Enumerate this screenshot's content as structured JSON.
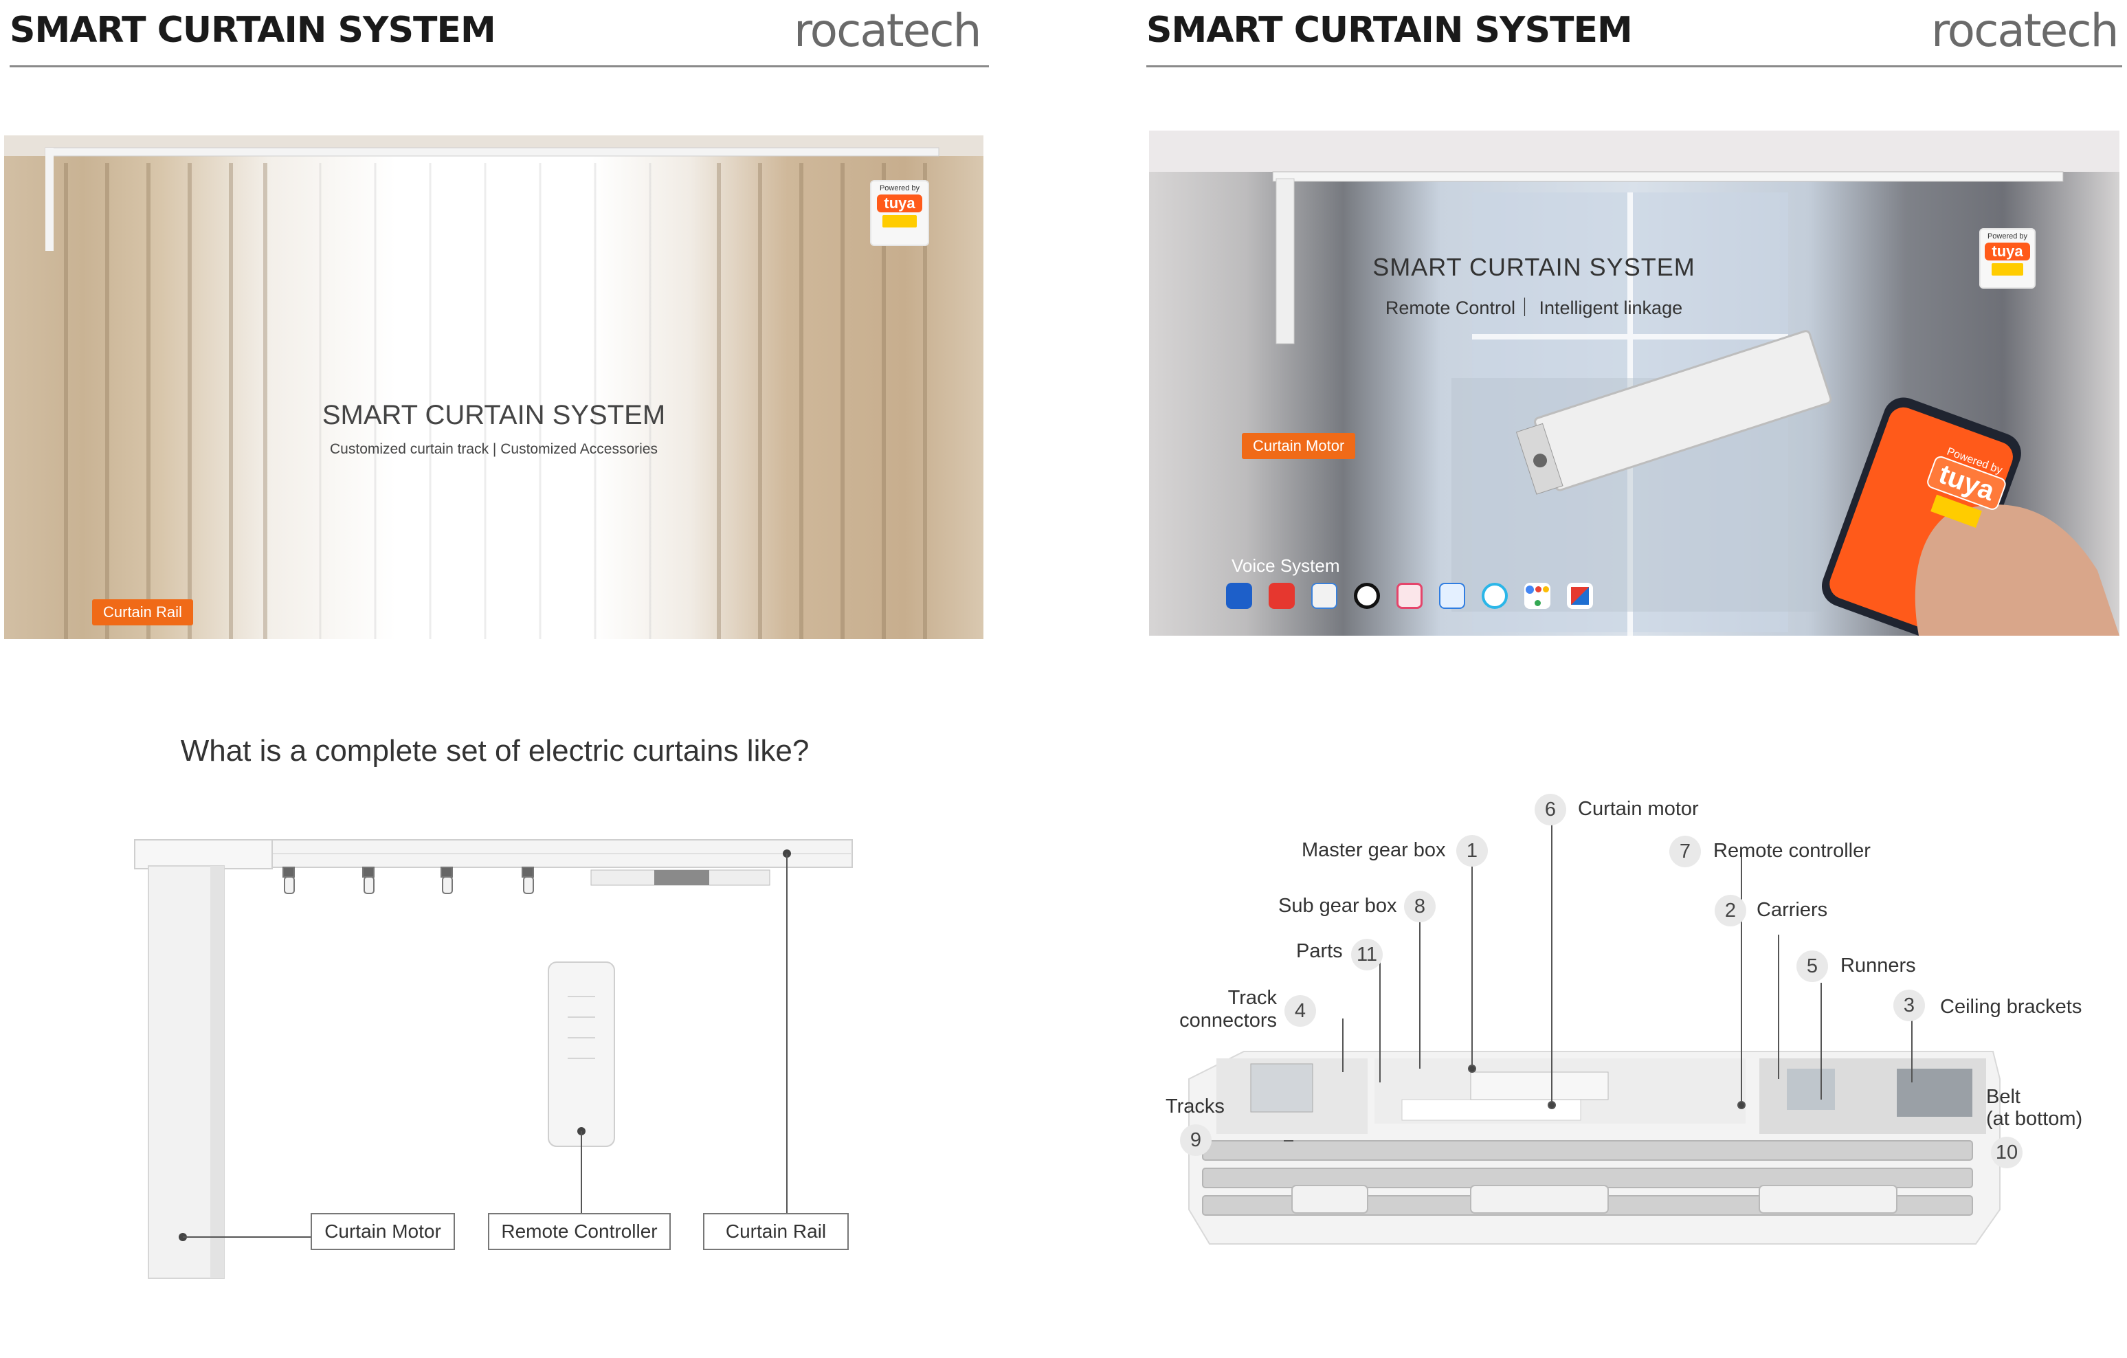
{
  "left_header": {
    "title": "SMART CURTAIN SYSTEM",
    "logo": "rocatech"
  },
  "right_header": {
    "title": "SMART CURTAIN SYSTEM",
    "logo": "rocatech"
  },
  "photo_left": {
    "title": "SMART CURTAIN SYSTEM",
    "subtitle": "Customized curtain track | Customized Accessories",
    "tag": "Curtain Rail",
    "badge": {
      "powered": "Powered by",
      "brand": "tuya"
    }
  },
  "photo_right": {
    "title": "SMART CURTAIN SYSTEM",
    "subtitle": "Remote Control｜ Intelligent linkage",
    "tag": "Curtain Motor",
    "voice_label": "Voice System",
    "badge": {
      "powered": "Powered by",
      "brand": "tuya"
    },
    "phone": {
      "powered": "Powered by",
      "brand": "tuya"
    },
    "voice_icons": [
      "mail-app-icon",
      "pulse-app-icon",
      "chat-app-icon",
      "record-app-icon",
      "target-app-icon",
      "cloud-app-icon",
      "alexa-icon",
      "google-assistant-icon",
      "grid-app-icon"
    ]
  },
  "diagram_left": {
    "question": "What is a complete set of electric curtains like?",
    "labels": {
      "motor": "Curtain Motor",
      "remote": "Remote Controller",
      "rail": "Curtain Rail"
    }
  },
  "diagram_right": {
    "parts": {
      "p1": {
        "num": "1",
        "label": "Master gear box"
      },
      "p2": {
        "num": "2",
        "label": "Carriers"
      },
      "p3": {
        "num": "3",
        "label": "Ceiling brackets"
      },
      "p4": {
        "num": "4",
        "label1": "Track",
        "label2": "connectors"
      },
      "p5": {
        "num": "5",
        "label": "Runners"
      },
      "p6": {
        "num": "6",
        "label": "Curtain motor"
      },
      "p7": {
        "num": "7",
        "label": "Remote controller"
      },
      "p8": {
        "num": "8",
        "label": "Sub gear box"
      },
      "p9": {
        "num": "9",
        "label": "Tracks"
      },
      "p10": {
        "num": "10",
        "label1": "Belt",
        "label2": "(at bottom)"
      },
      "p11": {
        "num": "11",
        "label": "Parts"
      }
    }
  },
  "colors": {
    "accent": "#f06a17",
    "tuya": "#ff5a1a",
    "rule": "#8a8a8a"
  }
}
